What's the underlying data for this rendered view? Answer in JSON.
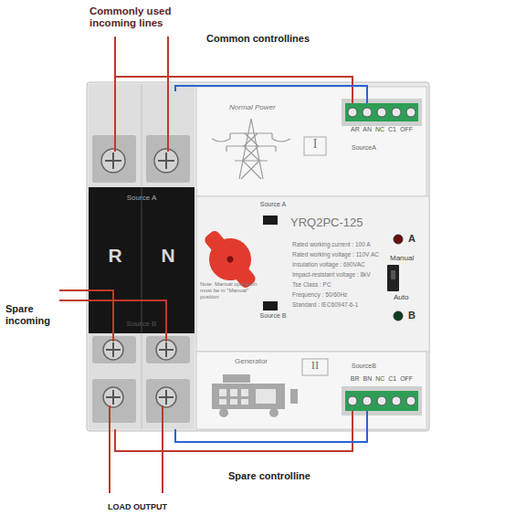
{
  "diagram": {
    "nodes": [
      {
        "text": [
          "Source A",
          "R",
          "N",
          "Source B"
        ]
      },
      {
        "text": [
          "Normal Power",
          "I",
          "SourceA"
        ]
      },
      {
        "text": [
          "AR AN NC C1 OFF"
        ],
        "in": 1
      },
      {
        "text": [
          "Source A",
          "YRQ2PC-125",
          "A",
          "Rated working current : 100 A",
          "Rated working voltage : 110V AC",
          "Manual",
          "Insulation voltage : 690VAC",
          "Impact-resistant voltage : 8kV",
          "Note: Manual opartaion must be in \"Manual\" position",
          "Tse Class : PC",
          "Auto",
          "Frequency : 50/60Hz",
          "Standard : IEC60947-6-1",
          "Source B",
          "B"
        ]
      },
      {
        "text": [
          "Generator",
          "II",
          "SourceB"
        ]
      },
      {
        "text": [
          "BR BN NC C1 OFF"
        ],
        "in": 4
      }
    ],
    "edges": [
      {
        "from": 0,
        "to": 2,
        "arrow": "none"
      },
      {
        "from": 0,
        "to": 2,
        "arrow": "none"
      },
      {
        "from": 0,
        "to": 5,
        "arrow": "none"
      },
      {
        "from": 0,
        "to": 5,
        "arrow": "none"
      }
    ],
    "labels": [
      "Commonly used incoming lines",
      "Common controllines",
      "Spare incoming",
      "Spare controlline",
      "LOAD OUTPUT"
    ]
  }
}
